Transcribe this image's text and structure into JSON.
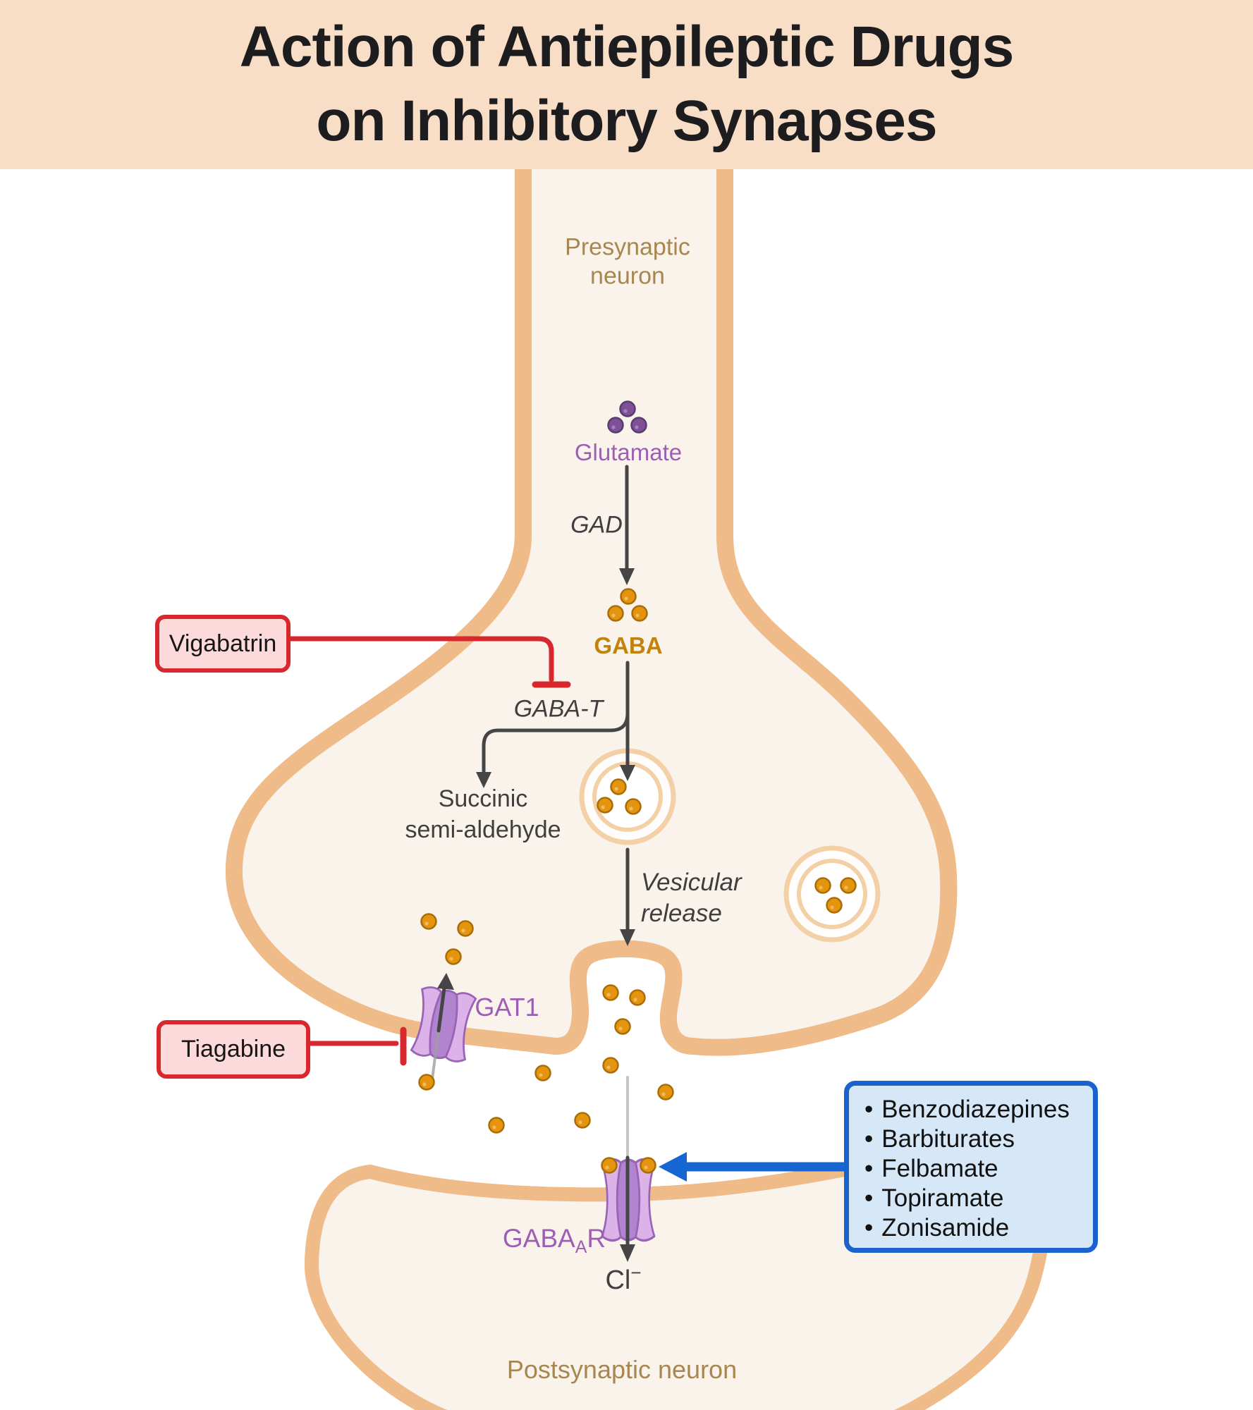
{
  "title": {
    "text": "Action of Antiepileptic Drugs\non Inhibitory Synapses"
  },
  "neurons": {
    "presynaptic_label": "Presynaptic\nneuron",
    "postsynaptic_label": "Postsynaptic neuron"
  },
  "pathway": {
    "glutamate": "Glutamate",
    "gad": "GAD",
    "gaba": "GABA",
    "gaba_t": "GABA-T",
    "succinic": "Succinic\nsemi-aldehyde",
    "vesicular_release": "Vesicular\nrelease",
    "gat1": "GAT1",
    "receptor_base": "GABA",
    "receptor_sub": "A",
    "receptor_suffix": "R",
    "chloride_base": "Cl",
    "chloride_sup": "−"
  },
  "drugs": {
    "vigabatrin": "Vigabatrin",
    "tiagabine": "Tiagabine",
    "bullet": "•",
    "receptor_modulators": [
      "Benzodiazepines",
      "Barbiturates",
      "Felbamate",
      "Topiramate",
      "Zonisamide"
    ]
  },
  "colors": {
    "title_band": "#f8dec6",
    "neuron_fill": "#faf3ec",
    "membrane_edge": "#efbb88",
    "membrane_band": "#fbe3cb",
    "vesicle_ring": "#f4d0a6",
    "gaba_dot": "#e5940e",
    "glutamate_dot": "#7d5194",
    "inhibitor_red": "#d7282e",
    "inhibitor_pink": "#fcd9da",
    "modulator_blue": "#1a63cf",
    "modulator_light_blue": "#d6e7f8",
    "protein_purple_light": "#dcb3e8",
    "protein_purple_dark": "#b283cf",
    "label_purple": "#9c5fb3",
    "label_gold": "#c1830d",
    "label_brown": "#a6874f",
    "arrow_gray": "#454545"
  }
}
